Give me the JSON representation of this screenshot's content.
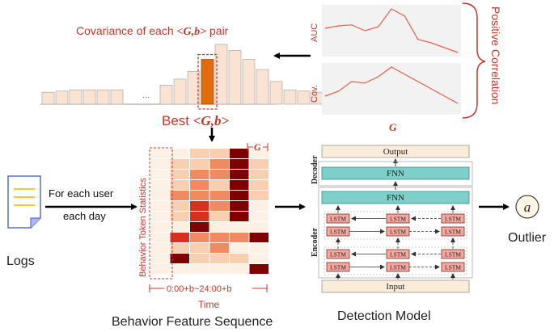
{
  "colors": {
    "red": "#c0392b",
    "dark_red": "#a93226",
    "bar_light": "#fbe3d3",
    "bar_highlight": "#e36c0a",
    "teal": "#7ecfc9",
    "teal_border": "#3a8c88",
    "lstm_fill": "#f4a8a0",
    "input_fill": "#f9ecd9",
    "heat_0": "#fdf1e6",
    "heat_1": "#f9cfb1",
    "heat_2": "#ef8a62",
    "heat_3": "#d7301f",
    "heat_4": "#7f0000"
  },
  "covariance": {
    "title_prefix": "Covariance of each ",
    "pair": "<G,b>",
    "title_suffix": " pair",
    "ellipsis": "...",
    "best_label": "Best ",
    "best_pair": "<G,b>",
    "left_bars": [
      0.2,
      0.22,
      0.24,
      0.24,
      0.24,
      0.24
    ],
    "right_bars": [
      0.32,
      0.42,
      0.55,
      0.75,
      1.0,
      0.9,
      0.75,
      0.58,
      0.38,
      0.24,
      0.22,
      0.2
    ],
    "highlight_index": 3
  },
  "correlation": {
    "auc_label": "AUC",
    "cov_label": "Cov.",
    "x_label": "G",
    "brace_label": "Positive Correlation",
    "auc_series": [
      0.55,
      0.6,
      0.62,
      0.5,
      0.58,
      0.95,
      0.8,
      0.32,
      0.25,
      0.15,
      0.05
    ],
    "cov_series": [
      0.35,
      0.45,
      0.65,
      0.62,
      0.75,
      0.95,
      0.8,
      0.65,
      0.5,
      0.35,
      0.2
    ]
  },
  "logs": {
    "label": "Logs",
    "arrow_line1": "For each user",
    "arrow_line2": "each day"
  },
  "feature": {
    "y_label": "Behavior Token Statistics",
    "g_label": "G",
    "x_range": "0:00+b~24:00+b",
    "x_label": "Time",
    "caption": "Behavior Feature Sequence",
    "heatmap": [
      [
        0,
        0,
        1,
        1,
        4,
        0
      ],
      [
        0,
        1,
        1,
        2,
        4,
        1
      ],
      [
        0,
        1,
        2,
        2,
        4,
        1
      ],
      [
        0,
        1,
        2,
        1,
        4,
        1
      ],
      [
        0,
        2,
        2,
        2,
        4,
        1
      ],
      [
        0,
        1,
        3,
        2,
        4,
        0
      ],
      [
        0,
        1,
        3,
        1,
        4,
        0
      ],
      [
        0,
        0,
        4,
        0,
        0,
        0
      ],
      [
        0,
        3,
        2,
        2,
        2,
        4
      ],
      [
        0,
        1,
        1,
        2,
        0,
        0
      ],
      [
        0,
        4,
        1,
        1,
        1,
        0
      ],
      [
        0,
        0,
        0,
        0,
        0,
        4
      ]
    ]
  },
  "model": {
    "output_label": "Output",
    "fnn_label": "FNN",
    "input_label": "Input",
    "decoder_label": "Decoder",
    "encoder_label": "Encoder",
    "lstm_label": "LSTM",
    "caption": "Detection Model",
    "outlier_symbol": "a",
    "outlier_label": "Outlier"
  }
}
